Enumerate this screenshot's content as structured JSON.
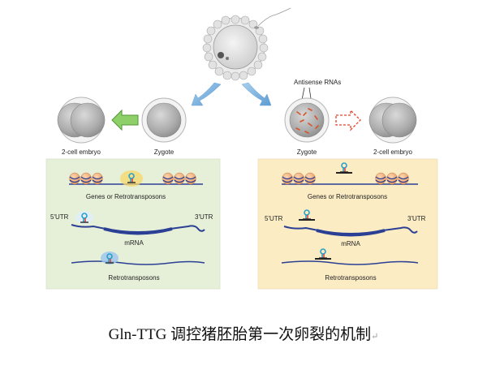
{
  "labels": {
    "left_two_cell": "2-cell embryo",
    "left_zygote": "Zygote",
    "right_zygote": "Zygote",
    "right_two_cell": "2-cell embryo",
    "antisense": "Antisense RNAs",
    "left_genes": "Genes or Retrotransposons",
    "right_genes": "Genes or Retrotransposons",
    "left_5utr": "5'UTR",
    "left_3utr": "3'UTR",
    "right_5utr": "5'UTR",
    "right_3utr": "3'UTR",
    "left_mrna": "mRNA",
    "right_mrna": "mRNA",
    "left_retro": "Retrotransposons",
    "right_retro": "Retrotransposons"
  },
  "caption": {
    "text": "Gln-TTG 调控猪胚胎第一次卵裂的机制",
    "mark": "↵"
  },
  "colors": {
    "left_panel": "#e6f0d8",
    "right_panel": "#fbecc4",
    "dna": "#2b3f94",
    "nucleosome": "#f2b27a",
    "arrow_green": "#5aa63a",
    "arrow_blue": "#7fb6e0",
    "arrow_red": "#e8402a"
  }
}
